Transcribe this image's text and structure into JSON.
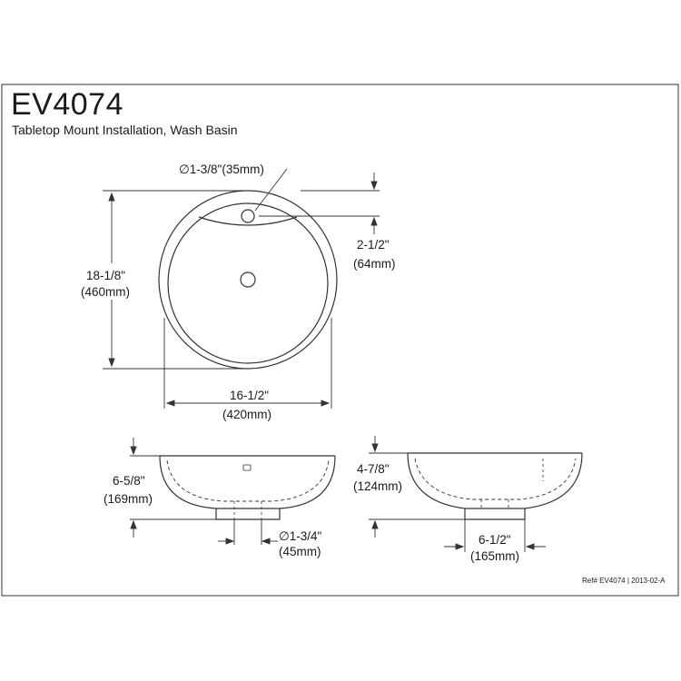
{
  "title": {
    "model": "EV4074",
    "description": "Tabletop Mount Installation, Wash Basin"
  },
  "dimensions": {
    "faucet_hole": "∅1-3/8\"(35mm)",
    "offset_in": "2-1/2\"",
    "offset_mm": "(64mm)",
    "length_in": "18-1/8\"",
    "length_mm": "(460mm)",
    "width_in": "16-1/2\"",
    "width_mm": "(420mm)",
    "height_front_in": "6-5/8\"",
    "height_front_mm": "(169mm)",
    "drain_in": "∅1-3/4\"",
    "drain_mm": "(45mm)",
    "height_side_in": "4-7/8\"",
    "height_side_mm": "(124mm)",
    "base_in": "6-1/2\"",
    "base_mm": "(165mm)"
  },
  "footer": {
    "ref": "Ref# EV4074 | 2013-02-A"
  }
}
